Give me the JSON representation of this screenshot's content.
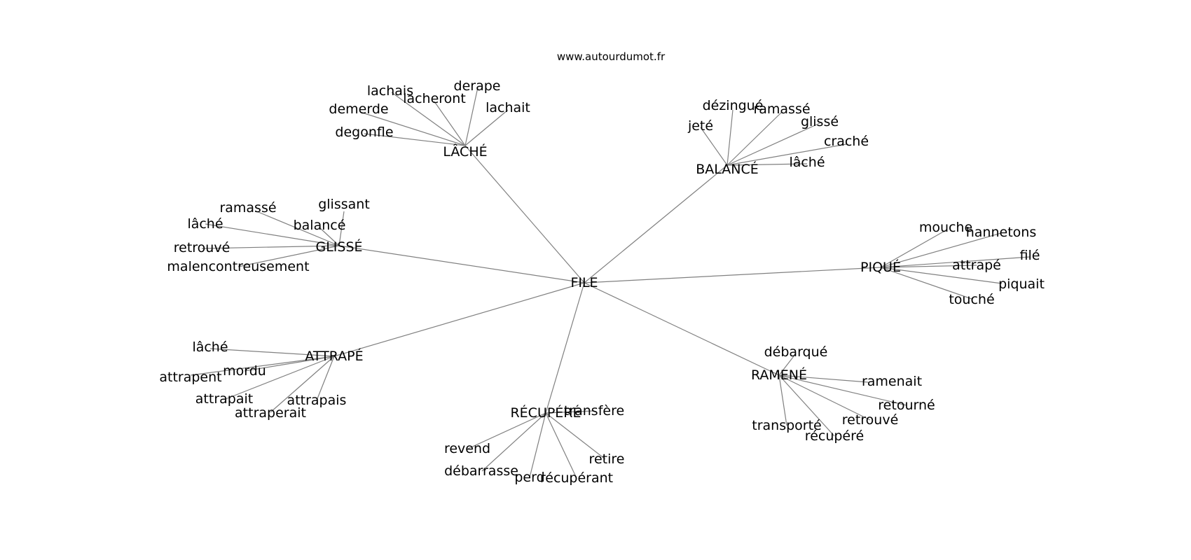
{
  "source": "www.autourdumot.fr",
  "graph": {
    "root": "FILE",
    "hubs": [
      {
        "label": "LÂCHÉ",
        "leaves": [
          "lachais",
          "lacheront",
          "derape",
          "demerde",
          "lachait",
          "degonfle"
        ]
      },
      {
        "label": "BALANCÉ",
        "leaves": [
          "dézingué",
          "ramassé",
          "jeté",
          "glissé",
          "craché",
          "lâché"
        ]
      },
      {
        "label": "GLISSÉ",
        "leaves": [
          "ramassé",
          "glissant",
          "lâché",
          "balancé",
          "retrouvé",
          "malencontreusement"
        ]
      },
      {
        "label": "PIQUÉ",
        "leaves": [
          "mouche",
          "hannetons",
          "filé",
          "attrapé",
          "piquait",
          "touché"
        ]
      },
      {
        "label": "ATTRAPÉ",
        "leaves": [
          "lâché",
          "mordu",
          "attrapent",
          "attrapait",
          "attrapais",
          "attraperait"
        ]
      },
      {
        "label": "RÉCUPÉRÉ",
        "leaves": [
          "transfère",
          "revend",
          "retire",
          "débarrasse",
          "perd",
          "récupérant"
        ]
      },
      {
        "label": "RAMENÉ",
        "leaves": [
          "débarqué",
          "ramenait",
          "retourné",
          "retrouvé",
          "transporté",
          "récupéré"
        ]
      }
    ]
  }
}
